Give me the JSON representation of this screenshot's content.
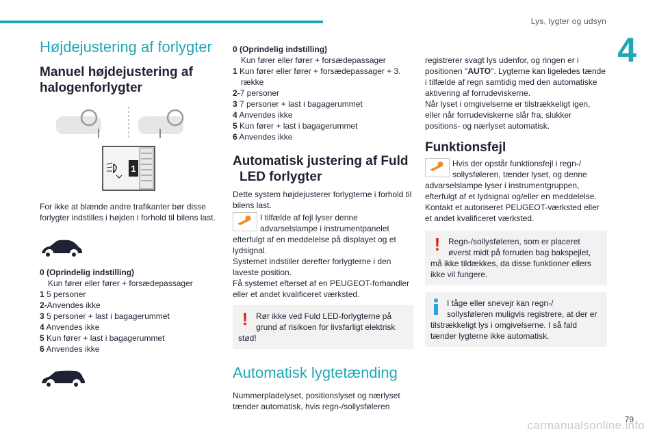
{
  "header": {
    "title": "Lys, lygter og udsyn",
    "chapter": "4",
    "page_number": "79"
  },
  "watermark": "carmanualsonline.info",
  "col1": {
    "title": "Højdejustering af forlygter",
    "subtitle_line1": "Manuel højdejustering af",
    "subtitle_line2": "halogenforlygter",
    "dial_label": "1",
    "intro": "For ikke at blænde andre trafikanter bør disse forlygter indstilles i højden i forhold til bilens last.",
    "list1": [
      {
        "key": "0",
        "text": "(Oprindelig indstilling)",
        "bold_text": true,
        "sub": "Kun fører eller fører + forsædepassager"
      },
      {
        "key": "1",
        "text": "5 personer"
      },
      {
        "key": "2-",
        "text": "Anvendes ikke"
      },
      {
        "key": "3",
        "text": "5 personer + last i bagagerummet"
      },
      {
        "key": "4",
        "text": "Anvendes ikke"
      },
      {
        "key": "5",
        "text": "Kun fører + last i bagagerummet"
      },
      {
        "key": "6",
        "text": "Anvendes ikke"
      }
    ]
  },
  "col2": {
    "list2": [
      {
        "key": "0",
        "text": "(Oprindelig indstilling)",
        "bold_text": true,
        "sub": "Kun fører eller fører + forsædepassager"
      },
      {
        "key": "1",
        "text": "Kun fører eller fører + forsædepassager + 3. række"
      },
      {
        "key": "2-",
        "text": "7 personer"
      },
      {
        "key": "3",
        "text": "7 personer + last i bagagerummet"
      },
      {
        "key": "4",
        "text": "Anvendes ikke"
      },
      {
        "key": "5",
        "text": "Kun fører + last i bagagerummet"
      },
      {
        "key": "6",
        "text": "Anvendes ikke"
      }
    ],
    "auto_title_line1": "Automatisk justering af Fuld",
    "auto_title_line2": "LED forlygter",
    "auto_intro": "Dette system højdejusterer forlygterne i forhold til bilens last.",
    "auto_fault": "I tilfælde af fejl lyser denne advarselslampe i instrumentpanelet efterfulgt af en meddelelse på displayet og et lydsignal.",
    "auto_fault2": "Systemet indstiller derefter forlygterne i den laveste position.",
    "auto_fault3": "Få systemet efterset af en PEUGEOT-forhandler eller et andet kvalificeret værksted.",
    "warning": "Rør ikke ved Fuld LED-forlygterne på grund af risikoen for livsfarligt elektrisk stød!",
    "lights_title": "Automatisk lygtetænding",
    "lights_intro": "Nummerpladelyset, positionslyset og nærlyset tænder automatisk, hvis regn-/sollysføleren"
  },
  "col3": {
    "cont_before": "registrerer svagt lys udenfor, og ringen er i positionen \"",
    "cont_auto": "AUTO",
    "cont_after": "\". Lygterne kan ligeledes tænde i tilfælde af regn samtidig med den automatiske aktivering af forrudeviskerne.",
    "cont2": "Når lyset i omgivelserne er tilstrækkeligt igen, eller når forrudeviskerne slår fra, slukker positions- og nærlyset automatisk.",
    "fault_title": "Funktionsfejl",
    "fault_text": "Hvis der opstår funktionsfejl i regn-/ sollysføleren, tænder lyset, og denne advarselslampe lyser i instrumentgruppen, efterfulgt af et lydsignal og/eller en meddelelse. Kontakt et autoriseret PEUGEOT-værksted eller et andet kvalificeret værksted.",
    "warning": "Regn-/sollysføleren, som er placeret øverst midt på forruden bag bakspejlet, må ikke tildækkes, da disse funktioner ellers ikke vil fungere.",
    "info": "I tåge eller snevejr kan regn-/ sollysføleren muligvis registrere, at der er tilstrækkeligt lys i omgivelserne. I så fald tænder lygterne ikke automatisk."
  },
  "colors": {
    "accent": "#1fa8b3",
    "warning": "#e0261c",
    "wrench": "#f08a24",
    "info_blue": "#2aa7d8"
  }
}
